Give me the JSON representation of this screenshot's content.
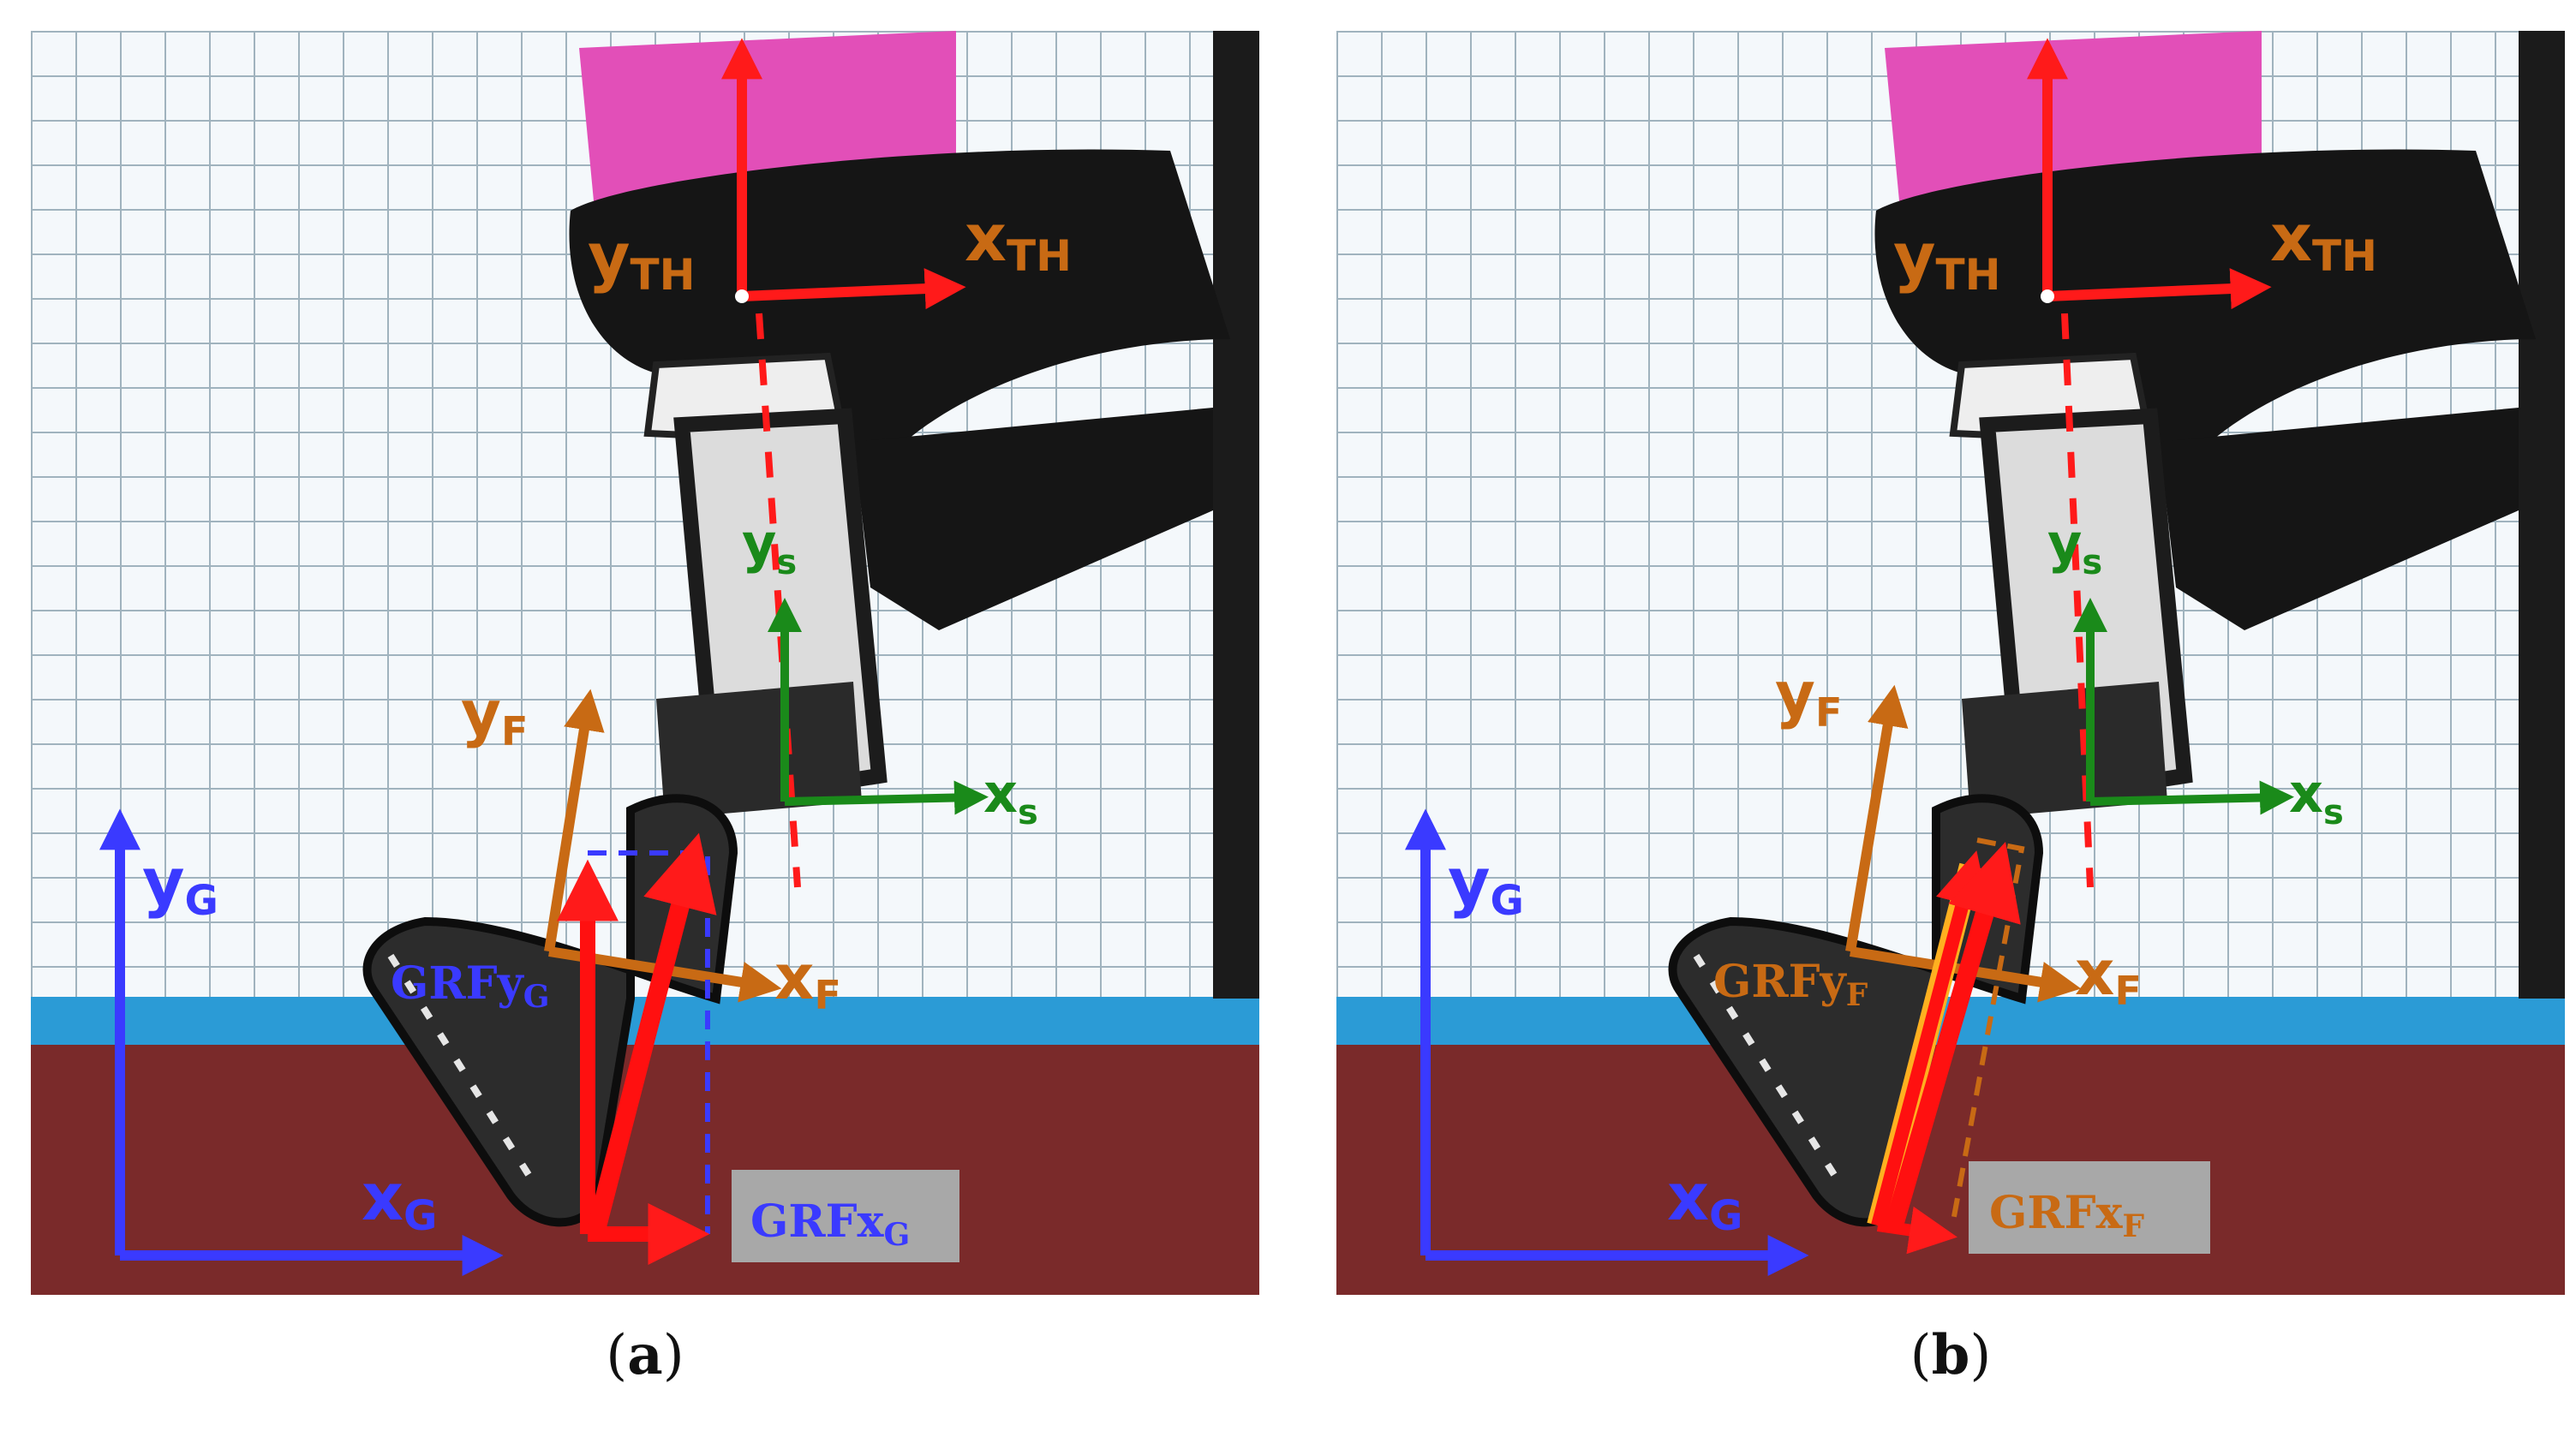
{
  "figure": {
    "panels": [
      {
        "id": "a",
        "caption_open": "(",
        "caption_letter": "a",
        "caption_close": ")",
        "labels": {
          "y_th": "y",
          "y_th_sub": "TH",
          "x_th": "x",
          "x_th_sub": "TH",
          "y_s": "y",
          "y_s_sub": "s",
          "x_s": "x",
          "x_s_sub": "s",
          "y_f": "y",
          "y_f_sub": "F",
          "x_f": "x",
          "x_f_sub": "F",
          "y_g": "y",
          "y_g_sub": "G",
          "x_g": "x",
          "x_g_sub": "G",
          "grf_y": "GRFy",
          "grf_y_sub": "G",
          "grf_x": "GRFx",
          "grf_x_sub": "G"
        }
      },
      {
        "id": "b",
        "caption_open": "(",
        "caption_letter": "b",
        "caption_close": ")",
        "labels": {
          "y_th": "y",
          "y_th_sub": "TH",
          "x_th": "x",
          "x_th_sub": "TH",
          "y_s": "y",
          "y_s_sub": "s",
          "x_s": "x",
          "x_s_sub": "s",
          "y_f": "y",
          "y_f_sub": "F",
          "x_f": "x",
          "x_f_sub": "F",
          "y_g": "y",
          "y_g_sub": "G",
          "x_g": "x",
          "x_g_sub": "G",
          "grf_y": "GRFy",
          "grf_y_sub": "F",
          "grf_x": "GRFx",
          "grf_x_sub": "F"
        }
      }
    ],
    "colors": {
      "thigh_axes": "#ff1a1a",
      "shank_axes": "#1a8a1a",
      "foot_axes": "#c86a14",
      "ground_axes": "#3a3aff",
      "force_arrow": "#ff1010",
      "label_box": "#a8a8a8"
    }
  }
}
